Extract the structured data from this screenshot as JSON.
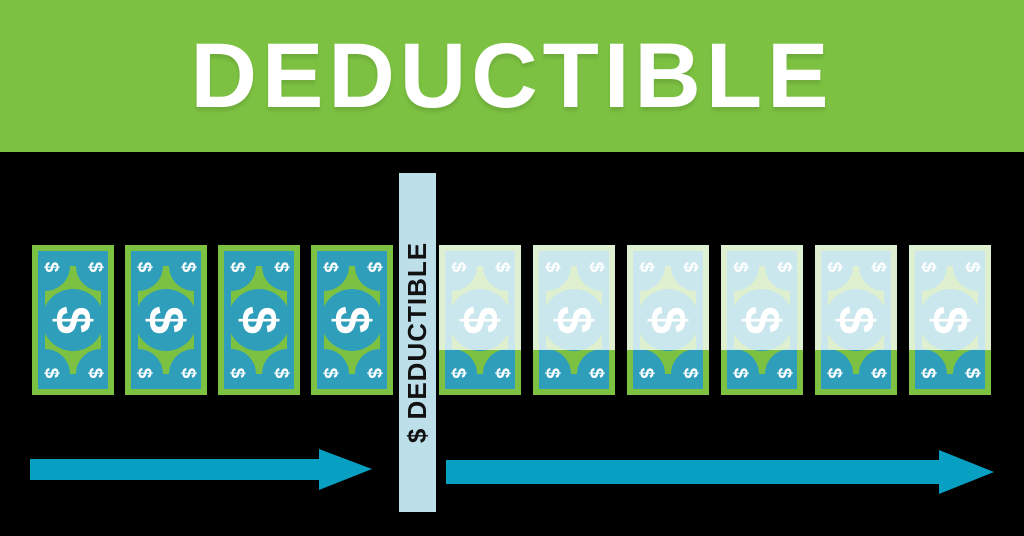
{
  "header": {
    "title": "DEDUCTIBLE"
  },
  "divider": {
    "label": "$ DEDUCTIBLE"
  },
  "bills": {
    "symbol": "$",
    "left_count": 4,
    "right_count": 6,
    "right_faded": true,
    "left_icon": "dollar-bill-icon",
    "right_icon": "dollar-bill-faded-icon"
  },
  "arrows": {
    "left_icon": "right-arrow-icon",
    "right_icon": "right-arrow-icon"
  },
  "colors": {
    "background": "#000000",
    "banner_green": "#7CC142",
    "bill_teal": "#2E9EBA",
    "arrow_teal": "#07A0C3",
    "divider_blue": "#BCDFEA",
    "title_text": "#FFFFFF",
    "divider_text": "#111111",
    "fade_overlay_opacity": 0.75
  }
}
